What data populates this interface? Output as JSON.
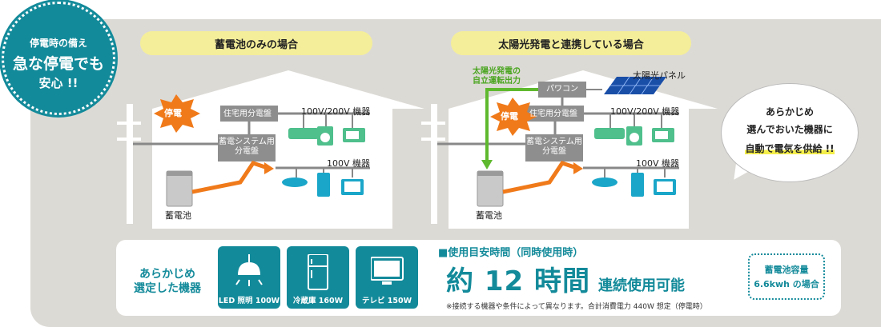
{
  "badge": {
    "line1": "停電時の備え",
    "line2": "急な停電でも",
    "line3": "安心 !!"
  },
  "left_scene": {
    "header": "蓄電池のみの場合",
    "outage": "停電",
    "residential_panel": "住宅用分電盤",
    "appliances_label": "100V/200V 機器",
    "storage_panel_line1": "蓄電システム用",
    "storage_panel_line2": "分電盤",
    "appliances_100v": "100V 機器",
    "battery": "蓄電池"
  },
  "right_scene": {
    "header": "太陽光発電と連携している場合",
    "solar_output_line1": "太陽光発電の",
    "solar_output_line2": "自立運転出力",
    "power_conditioner": "パワコン",
    "solar_panel": "太陽光パネル",
    "outage": "停電",
    "residential_panel": "住宅用分電盤",
    "appliances_label": "100V/200V 機器",
    "storage_panel_line1": "蓄電システム用",
    "storage_panel_line2": "分電盤",
    "appliances_100v": "100V 機器",
    "battery": "蓄電池"
  },
  "speech": {
    "line1": "あらかじめ",
    "line2": "選んでおいた機器に",
    "line3": "自動で電気を供給 !!"
  },
  "bottom": {
    "selected_line1": "あらかじめ",
    "selected_line2": "選定した機器",
    "tiles": [
      {
        "icon": "led-light-icon",
        "caption": "LED 照明 100W"
      },
      {
        "icon": "refrigerator-icon",
        "caption": "冷蔵庫 160W"
      },
      {
        "icon": "tv-icon",
        "caption": "テレビ 150W"
      }
    ],
    "time_heading": "■使用目安時間（同時使用時）",
    "time_main": "約 12 時間",
    "time_suffix": "連続使用可能",
    "note": "※接続する機器や条件によって異なります。合計消費電力 440W 想定（停電時）",
    "capacity_line1": "蓄電池容量",
    "capacity_line2": "6.6kwh の場合"
  },
  "colors": {
    "teal": "#138a9a",
    "orange": "#f07a1a",
    "green": "#5fb92e",
    "yellow": "#f4ee9a"
  }
}
